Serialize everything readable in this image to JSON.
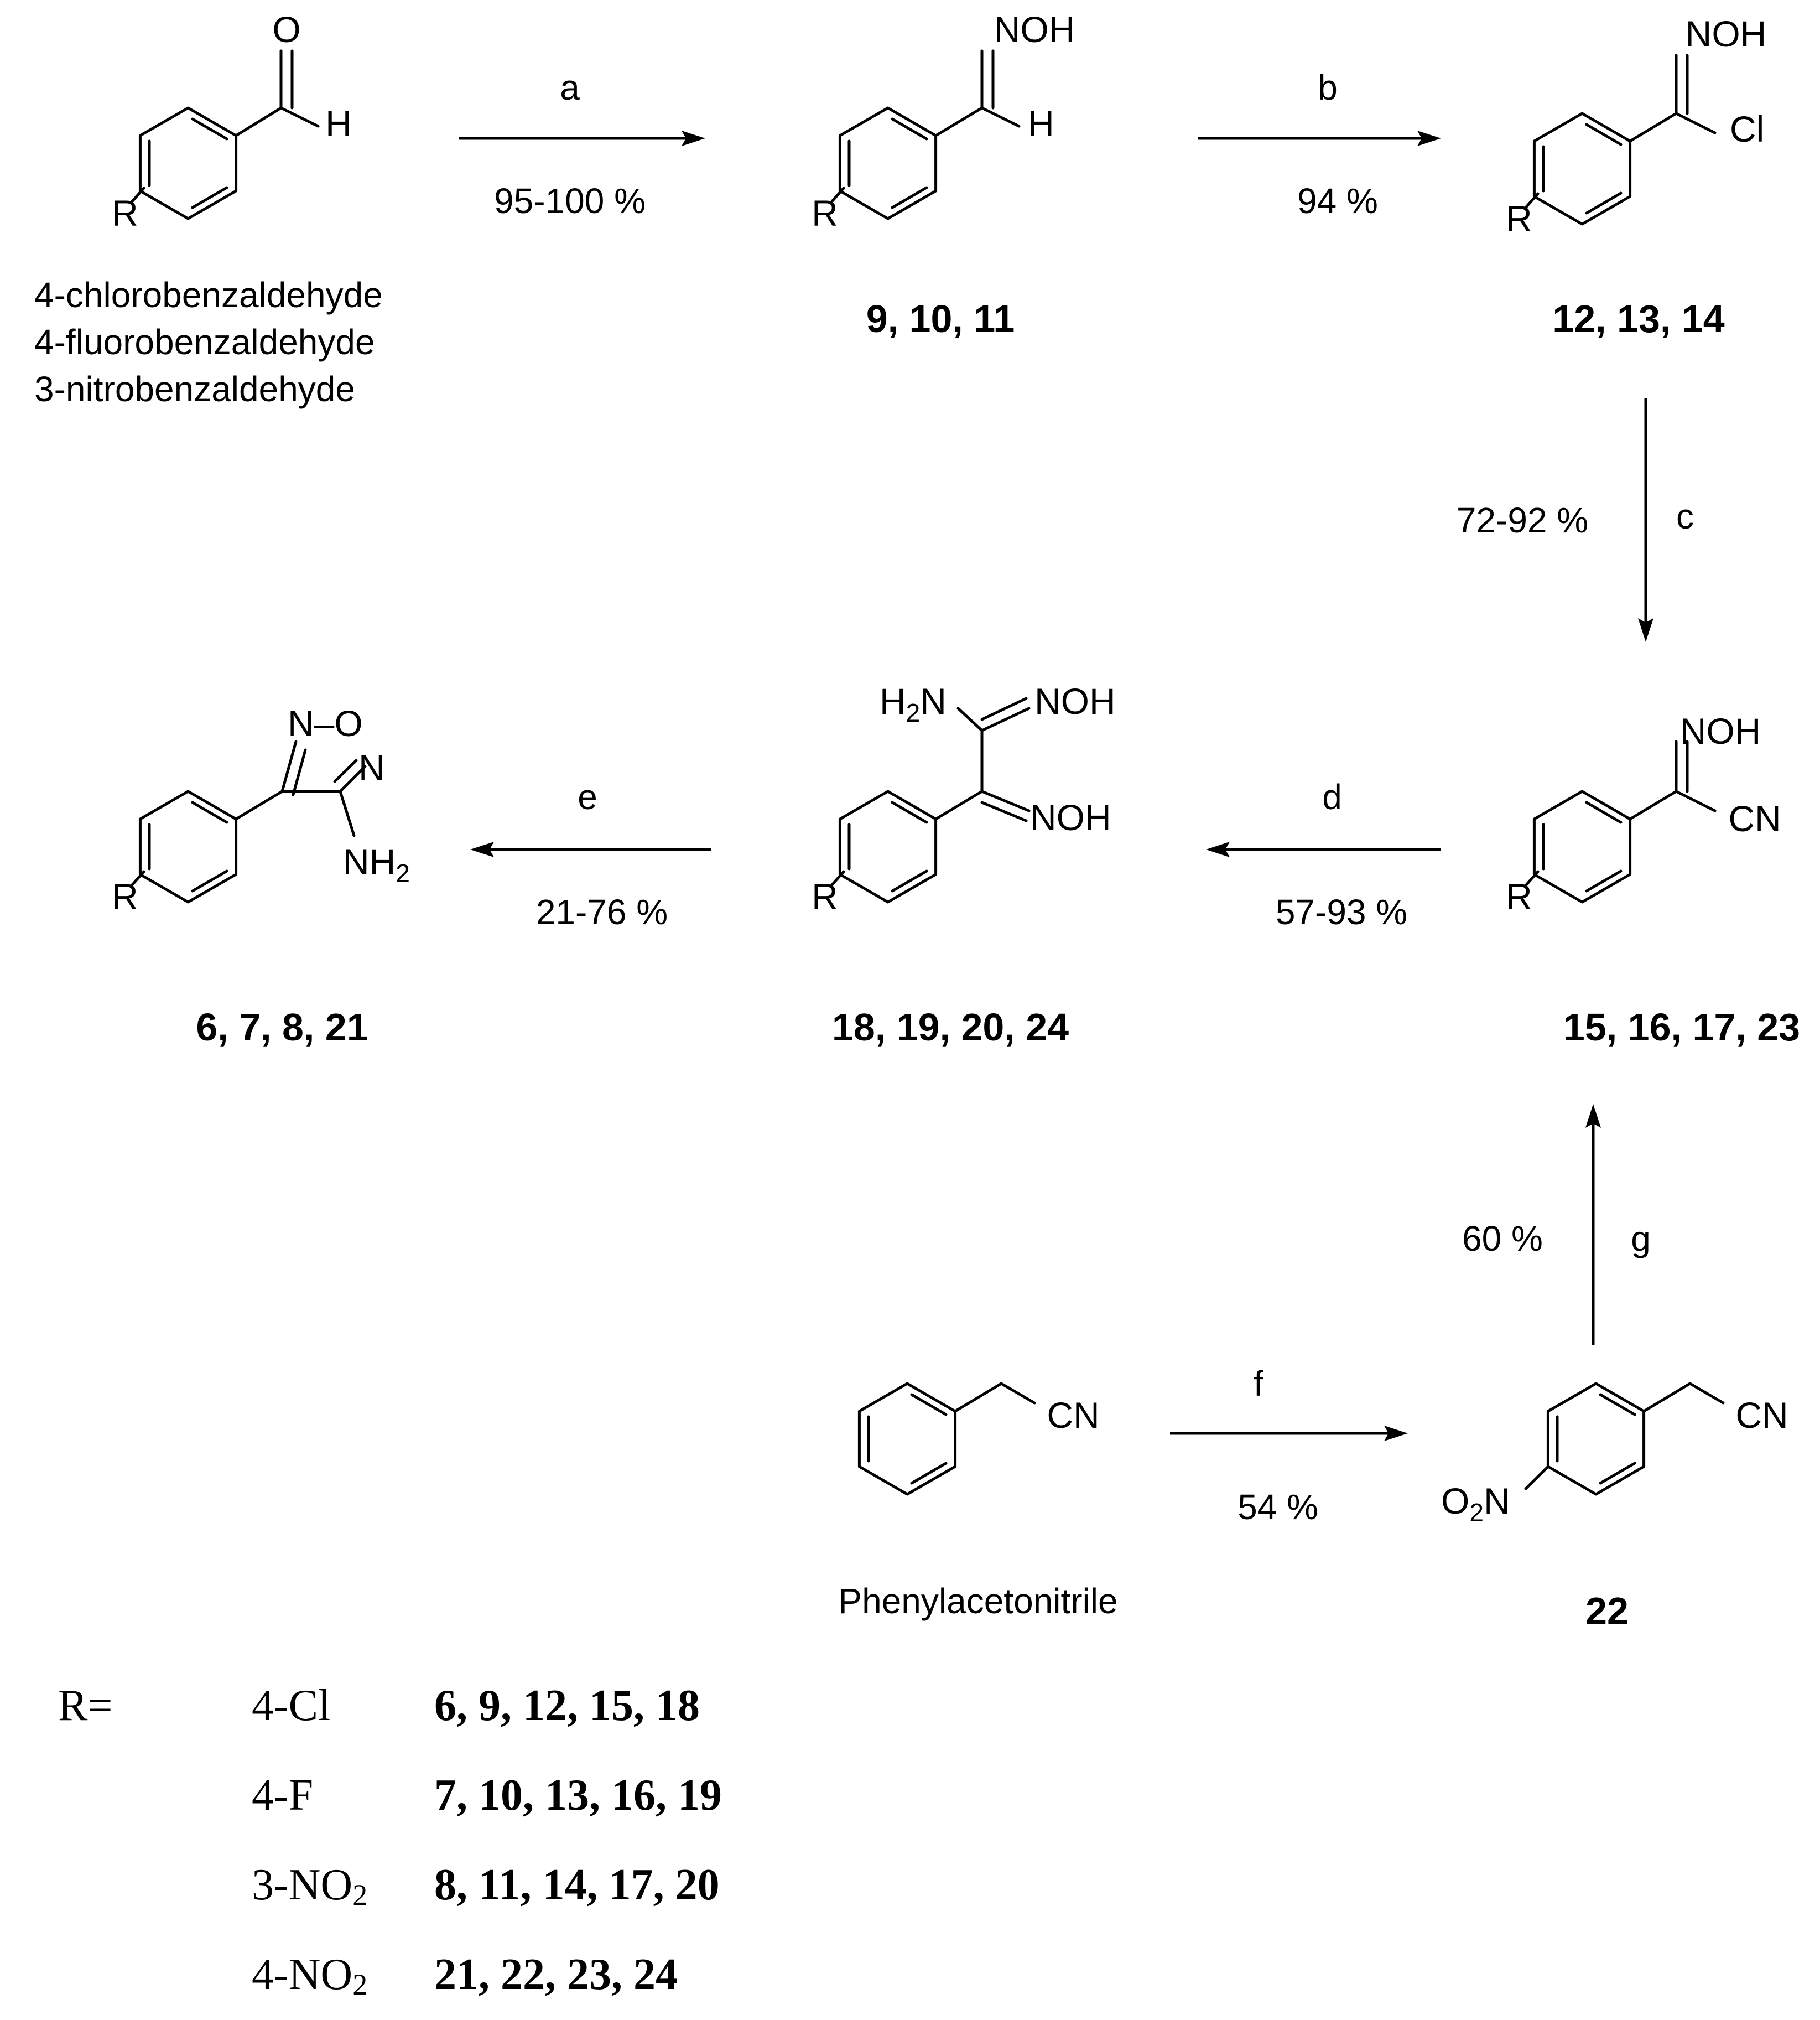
{
  "atoms": {
    "O": "O",
    "H": "H",
    "R": "R",
    "NOH": "NOH",
    "Cl": "Cl",
    "CN": "CN",
    "N": "N",
    "NO_sep": "N–O",
    "NH": "NH",
    "two": "2",
    "H2N_H": "H",
    "H2N_N": "N",
    "O2N_O": "O",
    "O2N_N": "N"
  },
  "starting_materials": [
    "4-chlorobenzaldehyde",
    "4-fluorobenzaldehyde",
    "3-nitrobenzaldehyde"
  ],
  "phenylacetonitrile": "Phenylacetonitrile",
  "steps": {
    "a": {
      "label": "a",
      "yield": "95-100 %"
    },
    "b": {
      "label": "b",
      "yield": "94 %"
    },
    "c": {
      "label": "c",
      "yield": "72-92 %"
    },
    "d": {
      "label": "d",
      "yield": "57-93 %"
    },
    "e": {
      "label": "e",
      "yield": "21-76 %"
    },
    "f": {
      "label": "f",
      "yield": "54 %"
    },
    "g": {
      "label": "g",
      "yield": "60 %"
    }
  },
  "compounds": {
    "oximes": "9, 10, 11",
    "chlorides": "12, 13, 14",
    "cyanides": "15, 16, 17, 23",
    "amidoximes": "18, 19, 20, 24",
    "furazans": "6, 7, 8, 21",
    "nitro": "22"
  },
  "r_table": {
    "header": "R=",
    "rows": [
      {
        "sub": "4-Cl",
        "sub_tail": "",
        "compounds": "6, 9, 12, 15, 18"
      },
      {
        "sub": "4-F",
        "sub_tail": "",
        "compounds": "7, 10, 13, 16, 19"
      },
      {
        "sub": "3-NO",
        "sub_tail": "2",
        "compounds": "8, 11, 14, 17, 20"
      },
      {
        "sub": "4-NO",
        "sub_tail": "2",
        "compounds": "21, 22, 23, 24"
      }
    ]
  }
}
